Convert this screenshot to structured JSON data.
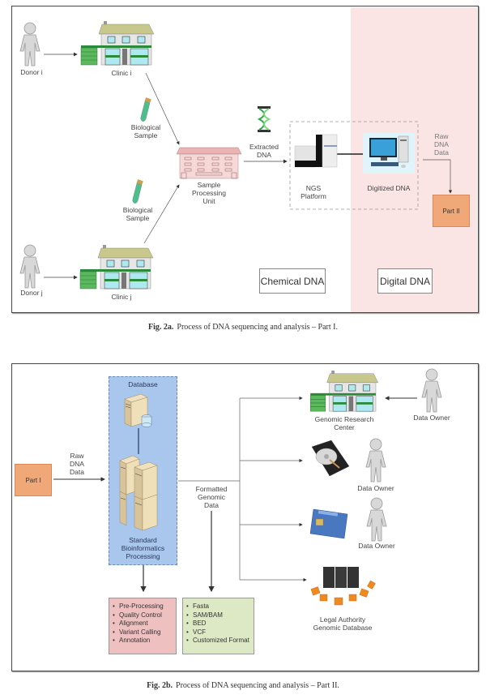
{
  "fig_a": {
    "caption_label": "Fig. 2a.",
    "caption_text": "Process of DNA sequencing and analysis – Part I.",
    "donor_i": "Donor i",
    "donor_j": "Donor j",
    "clinic_i": "Clinic i",
    "clinic_j": "Clinic j",
    "biological_sample_1": "Biological\nSample",
    "biological_sample_2": "Biological\nSample",
    "sample_processing_unit": "Sample\nProcessing\nUnit",
    "extracted_dna": "Extracted\nDNA",
    "ngs_platform": "NGS\nPlatform",
    "digitized_dna": "Digitized DNA",
    "raw_dna_data": "Raw\nDNA\nData",
    "part_ii": "Part II",
    "chemical_dna": "Chemical DNA",
    "digital_dna": "Digital DNA"
  },
  "fig_b": {
    "caption_label": "Fig. 2b.",
    "caption_text": "Process of DNA sequencing and analysis – Part II.",
    "part_i": "Part I",
    "raw_dna_data": "Raw\nDNA\nData",
    "database": "Database",
    "standard_processing": "Standard\nBioinformatics\nProcessing",
    "formatted_genomic_data": "Formatted\nGenomic\nData",
    "genomic_research_center": "Genomic Research\nCenter",
    "data_owner_1": "Data Owner",
    "data_owner_2": "Data Owner",
    "data_owner_3": "Data Owner",
    "legal_authority": "Legal Authority\nGenomic Database",
    "processing_steps": [
      "Pre-Processing",
      "Quality Control",
      "Alignment",
      "Variant Calling",
      "Annotation"
    ],
    "formats": [
      "Fasta",
      "SAM/BAM",
      "BED",
      "VCF",
      "Customized Format"
    ]
  },
  "colors": {
    "digital_region": "#fbe4e4",
    "part_box": "#f0a878",
    "bio_box": "#a9c6ec",
    "steps_box": "#efc0c0",
    "formats_box": "#dde8c4"
  }
}
